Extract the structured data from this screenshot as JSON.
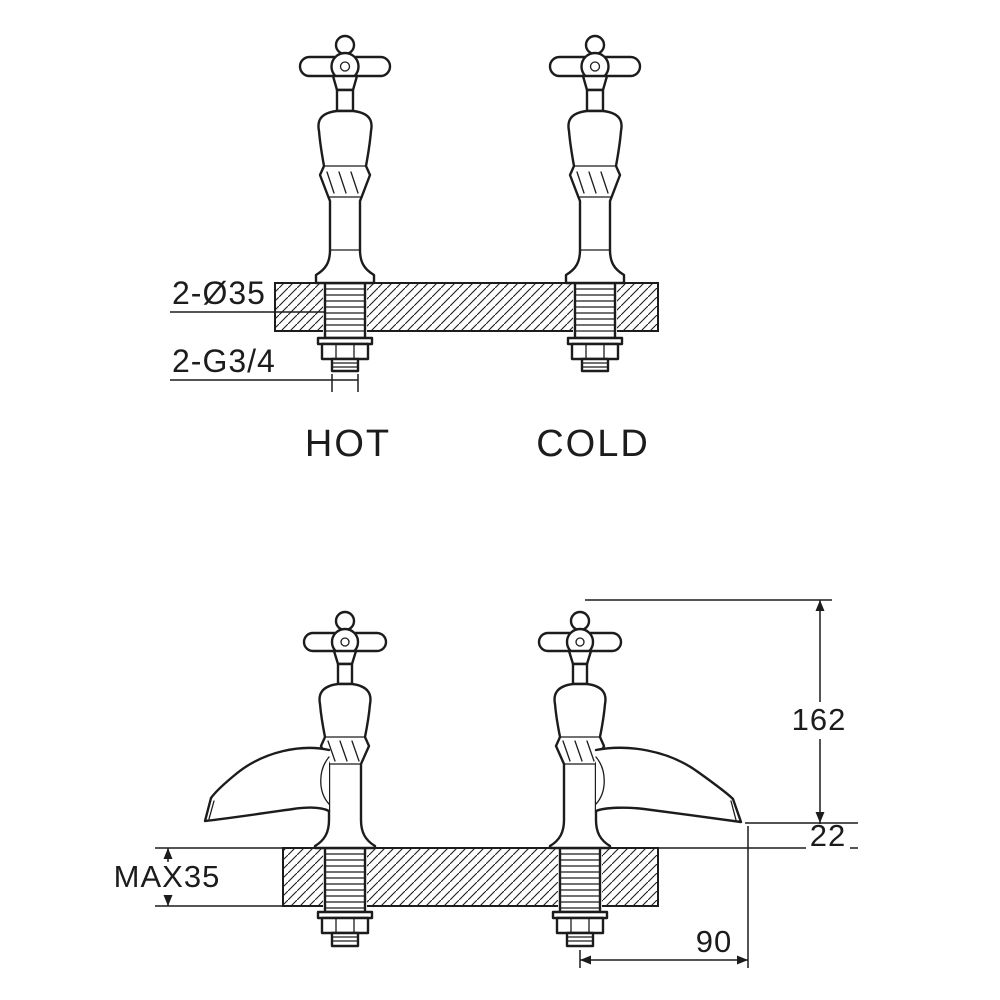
{
  "page": {
    "background": "#ffffff",
    "line_color": "#1c1c1c"
  },
  "top_view": {
    "hole_note": "2-Ø35",
    "thread_note": "2-G3/4",
    "hot_label": "HOT",
    "cold_label": "COLD"
  },
  "side_view": {
    "height_dim": "162",
    "clearance_dim": "22",
    "deck_thickness_dim": "MAX35",
    "reach_dim": "90"
  }
}
